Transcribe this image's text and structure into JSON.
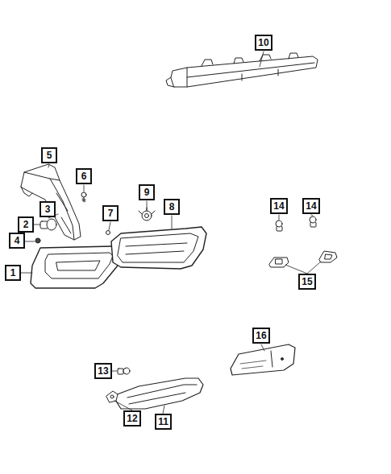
{
  "diagram": {
    "nodes": [
      {
        "text": [
          "10"
        ]
      },
      {
        "text": [
          "5"
        ]
      },
      {
        "text": [
          "6"
        ]
      },
      {
        "text": [
          "9"
        ]
      },
      {
        "text": [
          "3"
        ]
      },
      {
        "text": [
          "8"
        ]
      },
      {
        "text": [
          "7"
        ]
      },
      {
        "text": [
          "2"
        ]
      },
      {
        "text": [
          "14"
        ]
      },
      {
        "text": [
          "14"
        ]
      },
      {
        "text": [
          "4"
        ]
      },
      {
        "text": [
          "1"
        ]
      },
      {
        "text": [
          "15"
        ]
      },
      {
        "text": [
          "16"
        ]
      },
      {
        "text": [
          "13"
        ]
      },
      {
        "text": [
          "12"
        ]
      },
      {
        "text": [
          "11"
        ]
      }
    ],
    "edges": []
  }
}
